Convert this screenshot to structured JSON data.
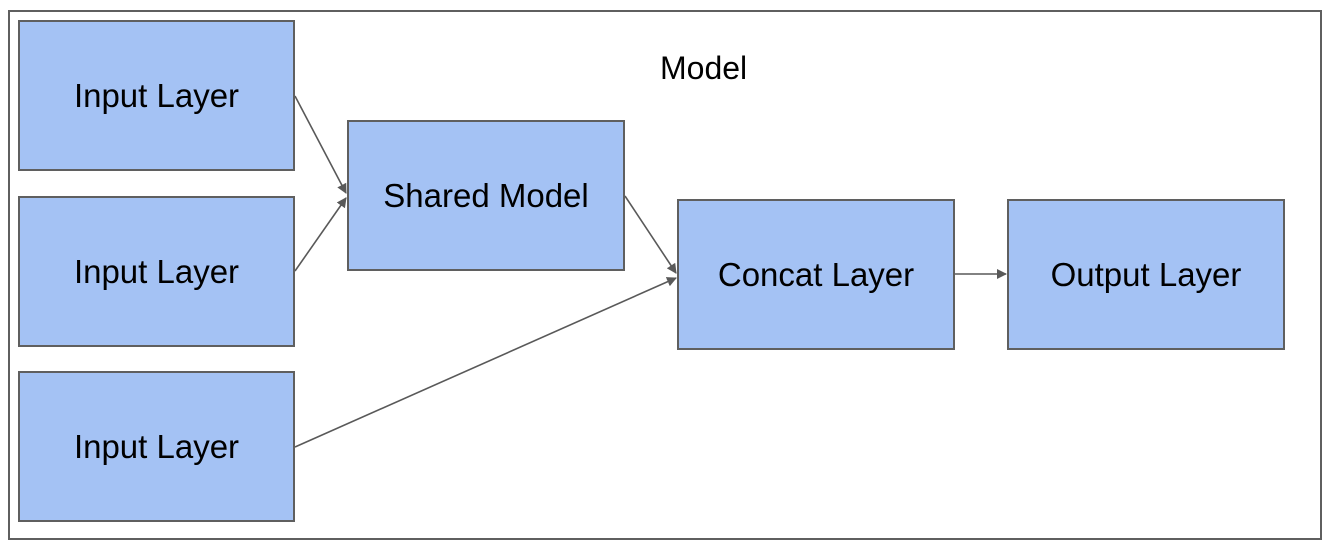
{
  "diagram": {
    "title": "Model",
    "nodes": {
      "input_1": "Input Layer",
      "input_2": "Input Layer",
      "input_3": "Input Layer",
      "shared_model": "Shared Model",
      "concat_layer": "Concat Layer",
      "output_layer": "Output Layer"
    },
    "edges": [
      {
        "from": "input_1",
        "to": "shared_model"
      },
      {
        "from": "input_2",
        "to": "shared_model"
      },
      {
        "from": "shared_model",
        "to": "concat_layer"
      },
      {
        "from": "input_3",
        "to": "concat_layer"
      },
      {
        "from": "concat_layer",
        "to": "output_layer"
      }
    ],
    "colors": {
      "node_fill": "#a4c2f4",
      "node_border": "#5f5f5f",
      "edge": "#595959"
    }
  }
}
